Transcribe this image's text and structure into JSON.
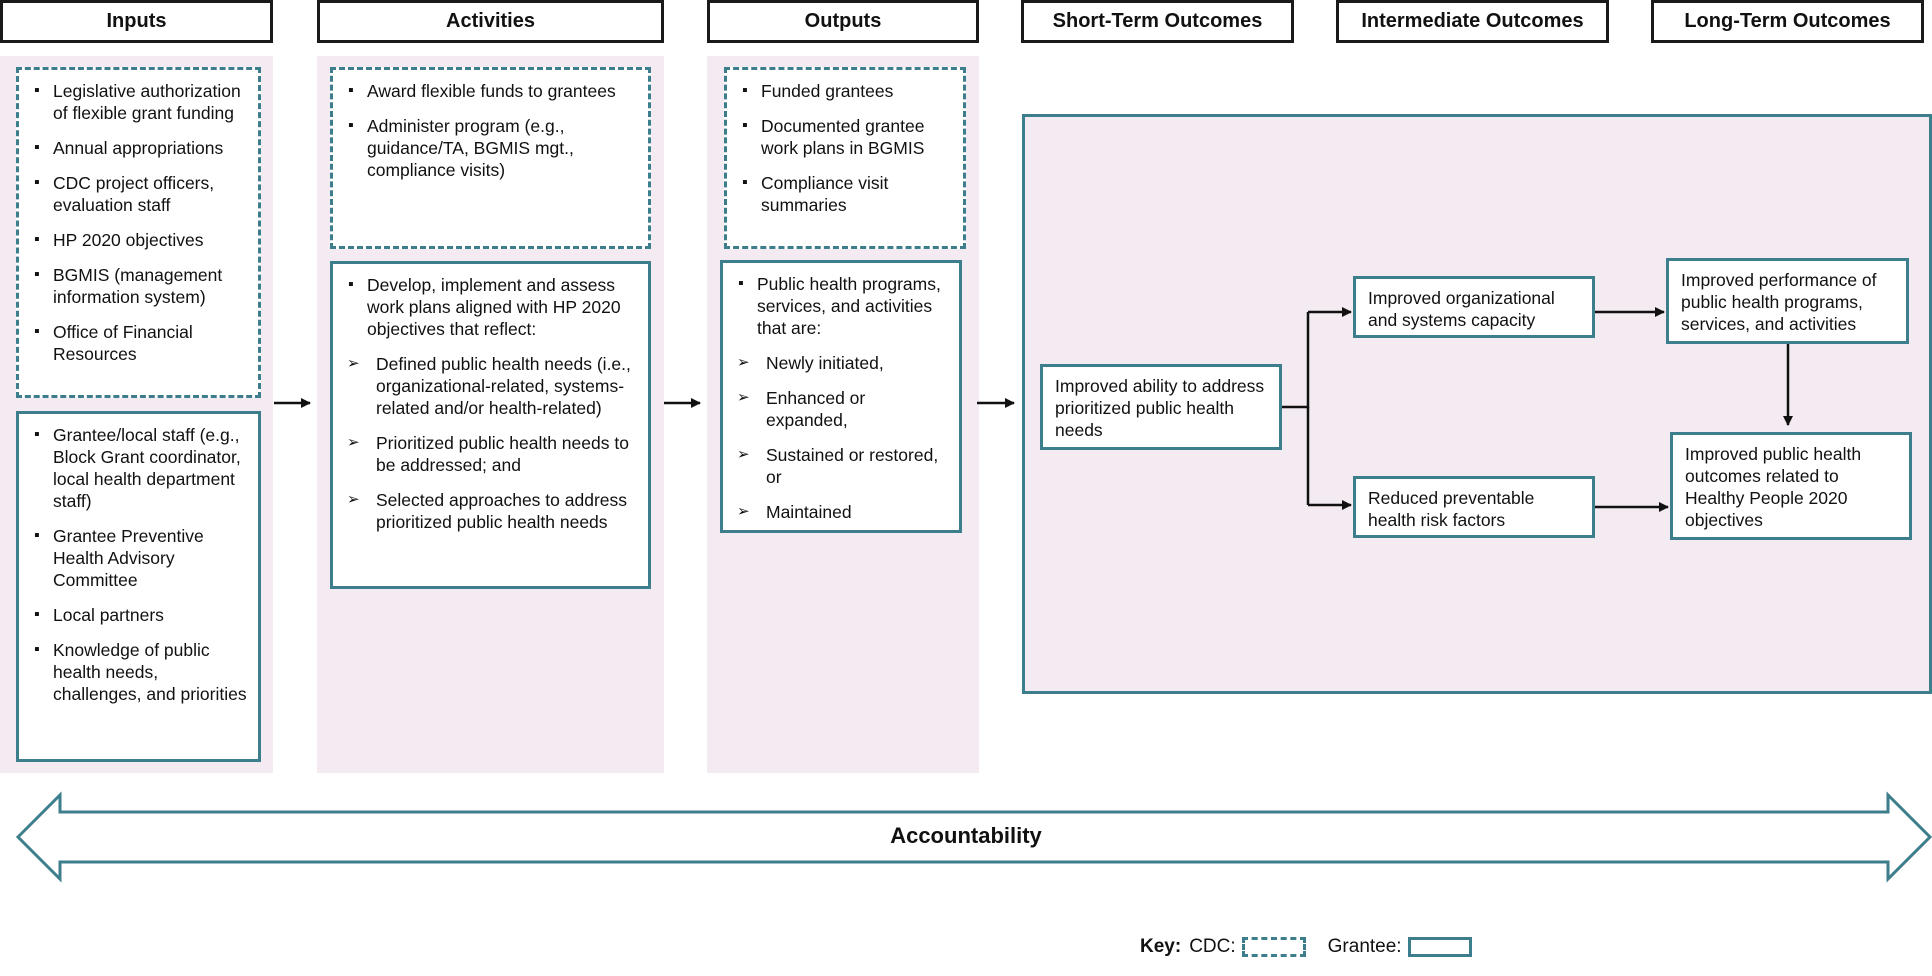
{
  "headers": {
    "inputs": "Inputs",
    "activities": "Activities",
    "outputs": "Outputs",
    "short_term": "Short-Term Outcomes",
    "intermediate": "Intermediate Outcomes",
    "long_term": "Long-Term Outcomes"
  },
  "inputs_cdc": [
    "Legislative authorization of flexible grant funding",
    "Annual appropriations",
    "CDC project officers, evaluation staff",
    "HP 2020 objectives",
    "BGMIS (management information system)",
    "Office of Financial Resources"
  ],
  "inputs_grantee": [
    "Grantee/local staff (e.g., Block Grant coordinator, local health department staff)",
    "Grantee Preventive Health Advisory Committee",
    "Local partners",
    "Knowledge of public health needs, challenges, and priorities"
  ],
  "activities_cdc": [
    "Award flexible funds to grantees",
    "Administer program (e.g., guidance/TA, BGMIS mgt., compliance visits)"
  ],
  "activities_grantee": {
    "lead": "Develop, implement and assess work plans aligned with HP 2020 objectives that reflect:",
    "subs": [
      "Defined public health needs (i.e., organizational-related, systems-related and/or health-related)",
      "Prioritized public health needs to be addressed; and",
      "Selected approaches to address prioritized public health needs"
    ]
  },
  "outputs_cdc": [
    "Funded grantees",
    "Documented grantee work plans in BGMIS",
    "Compliance visit summaries"
  ],
  "outputs_grantee": {
    "lead": "Public health programs, services, and activities that are:",
    "subs": [
      "Newly initiated,",
      "Enhanced or expanded,",
      "Sustained or restored, or",
      "Maintained"
    ]
  },
  "outcomes": {
    "short_term": "Improved ability to address prioritized public health needs",
    "intermediate_1": "Improved organizational and systems capacity",
    "intermediate_2": "Reduced preventable health risk factors",
    "long_term_1": "Improved performance of public health programs, services, and activities",
    "long_term_2": "Improved public health outcomes related to Healthy People 2020 objectives"
  },
  "accountability": "Accountability",
  "key": {
    "label": "Key:",
    "cdc": "CDC:",
    "grantee": "Grantee:"
  },
  "colors": {
    "box_border": "#3d7e8c",
    "column_fill": "#f4eaf1",
    "arrow": "#111111"
  }
}
